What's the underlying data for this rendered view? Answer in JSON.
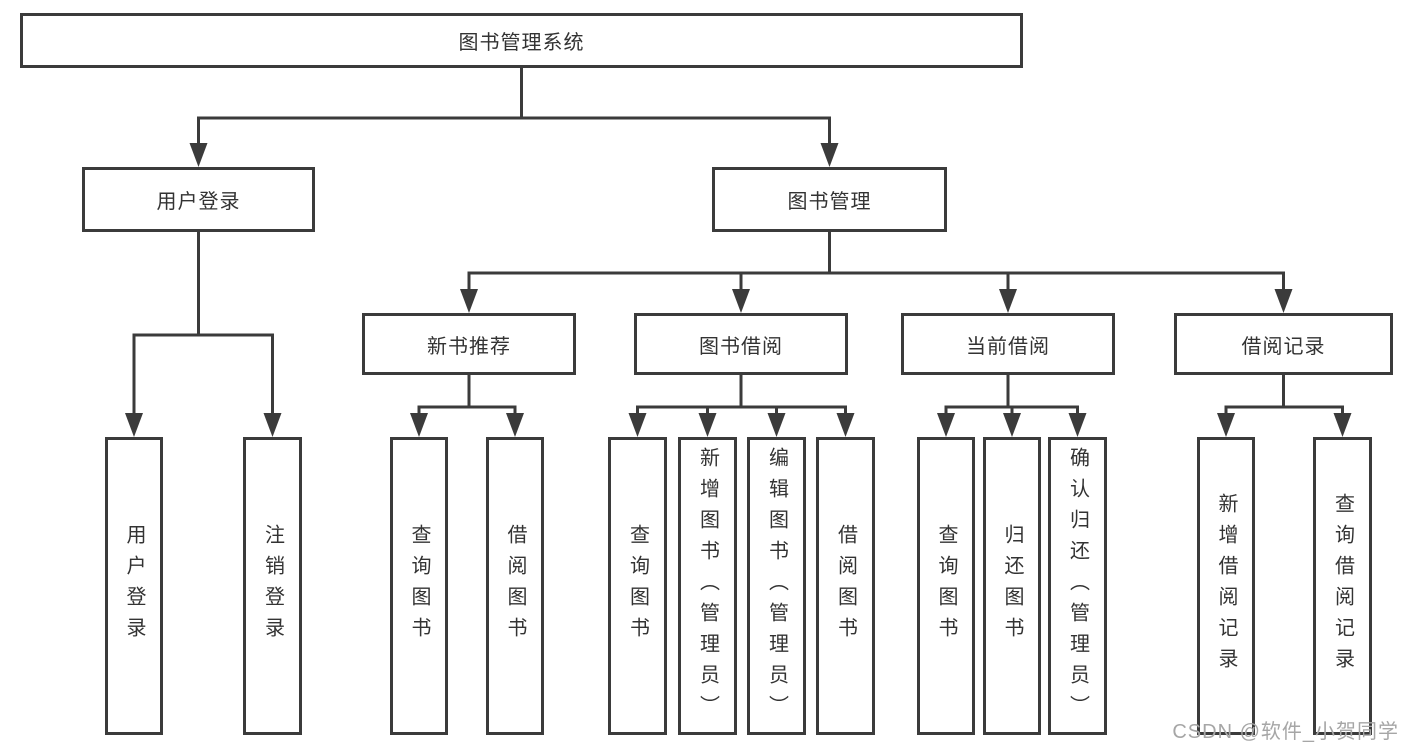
{
  "diagram": {
    "title": "图书管理系统",
    "watermark": "CSDN @软件_小贺同学",
    "colors": {
      "line": "#3b3b3b",
      "text": "#333333",
      "background": "#ffffff",
      "watermark": "#a6a6a6"
    },
    "nodes": [
      {
        "id": "root",
        "label": "图书管理系统",
        "parent": null,
        "level": 1,
        "orientation": "horizontal"
      },
      {
        "id": "user-login",
        "label": "用户登录",
        "parent": "root",
        "level": 2,
        "orientation": "horizontal"
      },
      {
        "id": "book-mgmt",
        "label": "图书管理",
        "parent": "root",
        "level": 2,
        "orientation": "horizontal"
      },
      {
        "id": "new-book-rec",
        "label": "新书推荐",
        "parent": "book-mgmt",
        "level": 3,
        "orientation": "horizontal"
      },
      {
        "id": "book-borrow",
        "label": "图书借阅",
        "parent": "book-mgmt",
        "level": 3,
        "orientation": "horizontal"
      },
      {
        "id": "current-borrow",
        "label": "当前借阅",
        "parent": "book-mgmt",
        "level": 3,
        "orientation": "horizontal"
      },
      {
        "id": "borrow-records",
        "label": "借阅记录",
        "parent": "book-mgmt",
        "level": 3,
        "orientation": "horizontal"
      },
      {
        "id": "leaf-user-login",
        "label": "用户登录",
        "parent": "user-login",
        "level": 4,
        "orientation": "vertical"
      },
      {
        "id": "leaf-logout",
        "label": "注销登录",
        "parent": "user-login",
        "level": 4,
        "orientation": "vertical"
      },
      {
        "id": "leaf-query-books-1",
        "label": "查询图书",
        "parent": "new-book-rec",
        "level": 4,
        "orientation": "vertical"
      },
      {
        "id": "leaf-borrow-books-1",
        "label": "借阅图书",
        "parent": "new-book-rec",
        "level": 4,
        "orientation": "vertical"
      },
      {
        "id": "leaf-query-books-2",
        "label": "查询图书",
        "parent": "book-borrow",
        "level": 4,
        "orientation": "vertical"
      },
      {
        "id": "leaf-add-books",
        "label": "新增图书（管理员）",
        "parent": "book-borrow",
        "level": 4,
        "orientation": "vertical"
      },
      {
        "id": "leaf-edit-books",
        "label": "编辑图书（管理员）",
        "parent": "book-borrow",
        "level": 4,
        "orientation": "vertical"
      },
      {
        "id": "leaf-borrow-books-2",
        "label": "借阅图书",
        "parent": "book-borrow",
        "level": 4,
        "orientation": "vertical"
      },
      {
        "id": "leaf-query-books-3",
        "label": "查询图书",
        "parent": "current-borrow",
        "level": 4,
        "orientation": "vertical"
      },
      {
        "id": "leaf-return-books",
        "label": "归还图书",
        "parent": "current-borrow",
        "level": 4,
        "orientation": "vertical"
      },
      {
        "id": "leaf-confirm-return",
        "label": "确认归还（管理员）",
        "parent": "current-borrow",
        "level": 4,
        "orientation": "vertical"
      },
      {
        "id": "leaf-add-borrow-record",
        "label": "新增借阅记录",
        "parent": "borrow-records",
        "level": 4,
        "orientation": "vertical"
      },
      {
        "id": "leaf-query-borrow-record",
        "label": "查询借阅记录",
        "parent": "borrow-records",
        "level": 4,
        "orientation": "vertical"
      }
    ]
  }
}
